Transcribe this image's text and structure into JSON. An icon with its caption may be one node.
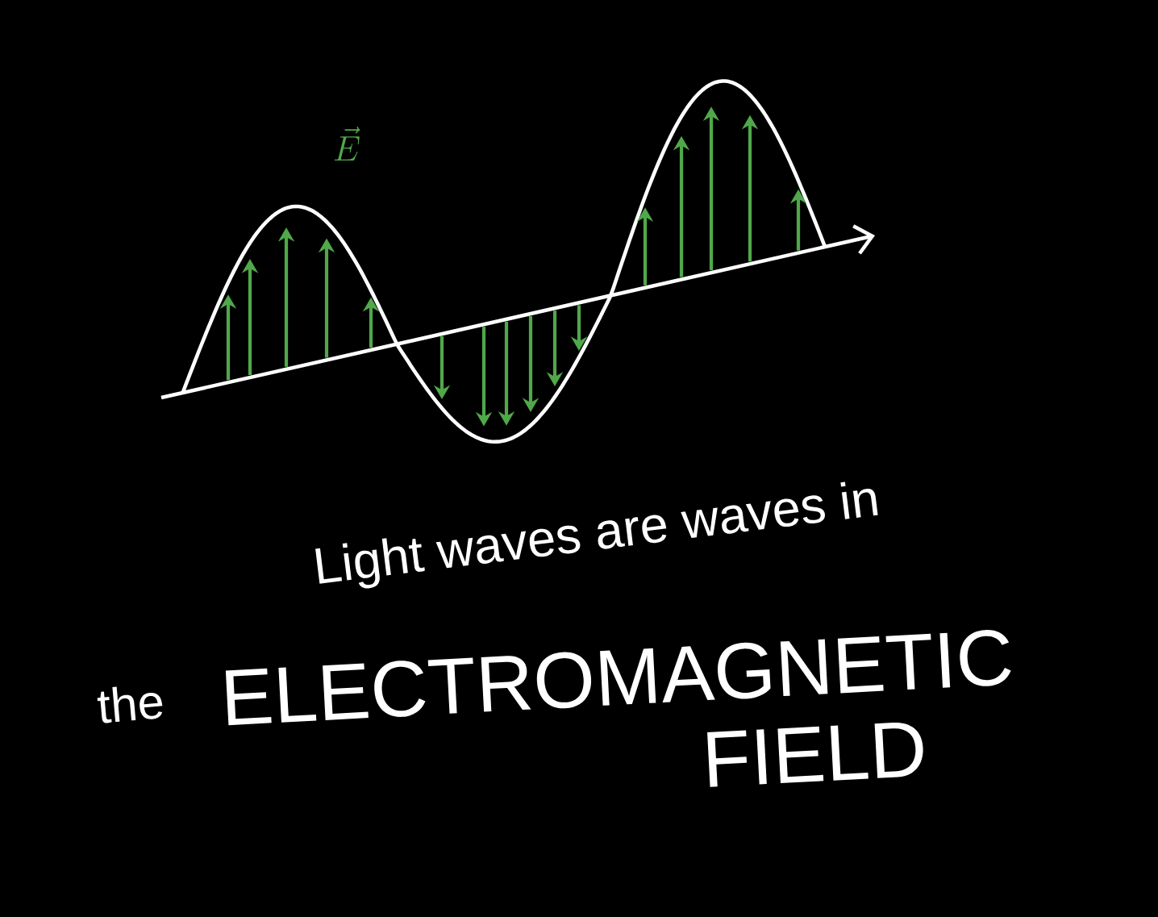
{
  "diagram": {
    "labels": [
      "\\vec{E}",
      "Light waves are waves in",
      "the",
      "ELECTROMAGNETIC",
      "FIELD"
    ]
  }
}
